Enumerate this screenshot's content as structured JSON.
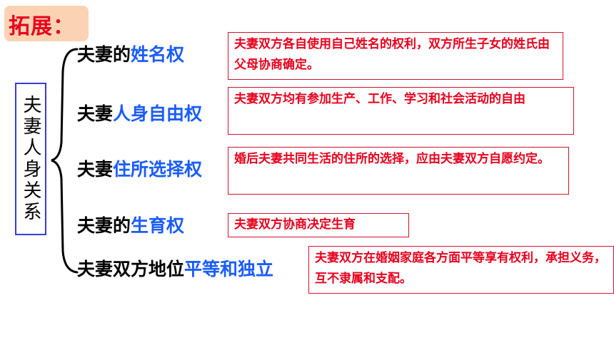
{
  "heading": "拓展：",
  "group_label": "夫妻人身关系",
  "rights": [
    {
      "prefix": "夫妻的",
      "highlight": "姓名权",
      "note": "夫妻双方各自使用自己姓名的权利，双方所生子女的姓氏由父母协商确定。"
    },
    {
      "prefix": "夫妻",
      "highlight": "人身自由权",
      "note": "夫妻双方均有参加生产、工作、学习和社会活动的自由"
    },
    {
      "prefix": "夫妻",
      "highlight": "住所选择权",
      "note": "婚后夫妻共同生活的住所的选择，应由夫妻双方自愿约定。"
    },
    {
      "prefix": "夫妻的",
      "highlight": "生育权",
      "note": "夫妻双方协商决定生育"
    },
    {
      "prefix": "夫妻双方地位",
      "highlight": "平等和独立",
      "note": "夫妻双方在婚姻家庭各方面平等享有权利，承担义务，互不隶属和支配。"
    }
  ],
  "colors": {
    "heading": "#e8001c",
    "heading_bg": "#fbd3b4",
    "highlight": "#1a5cff",
    "note_text": "#e8001c",
    "note_border": "#d0142c",
    "group_border": "#3a3adc"
  }
}
